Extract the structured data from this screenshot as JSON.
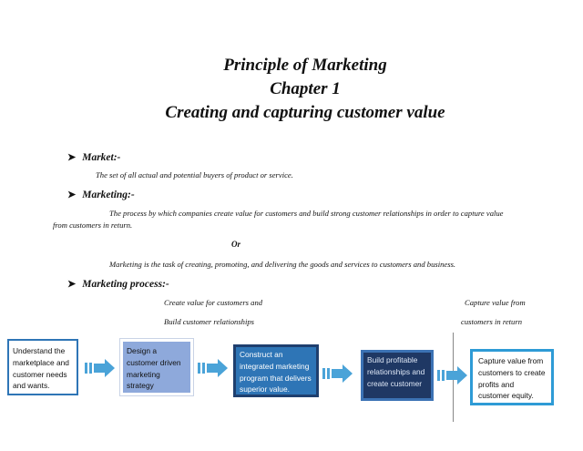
{
  "header": {
    "title": "Principle of Marketing",
    "chapter": "Chapter 1",
    "subtitle": "Creating and capturing customer value"
  },
  "sections": {
    "market": {
      "heading": "Market:-",
      "text": "The set of all actual and potential buyers of product or service."
    },
    "marketing": {
      "heading": "Marketing:-",
      "text": "The process by which companies create value for customers and build strong customer relationships in order to capture value from customers in return.",
      "or": "Or",
      "alt_text": "Marketing is the task of creating, promoting, and delivering the goods and services to customers and business."
    },
    "process": {
      "heading": "Marketing process:-",
      "left_label_1": "Create value for customers and",
      "left_label_2": "Build customer relationships",
      "right_label_1": "Capture value from",
      "right_label_2": "customers in return"
    }
  },
  "flow": {
    "steps": [
      "Understand the marketplace and customer needs and wants.",
      "Design a customer driven marketing strategy",
      "Construct an integrated marketing program that delivers superior value.",
      "Build profitable relationships and create customer",
      "Capture value from customers to create profits and customer equity."
    ],
    "arrow_color": "#4aa3d8",
    "box_colors": [
      "#ffffff",
      "#8ea9db",
      "#2e75b6",
      "#1f3864",
      "#ffffff"
    ]
  }
}
